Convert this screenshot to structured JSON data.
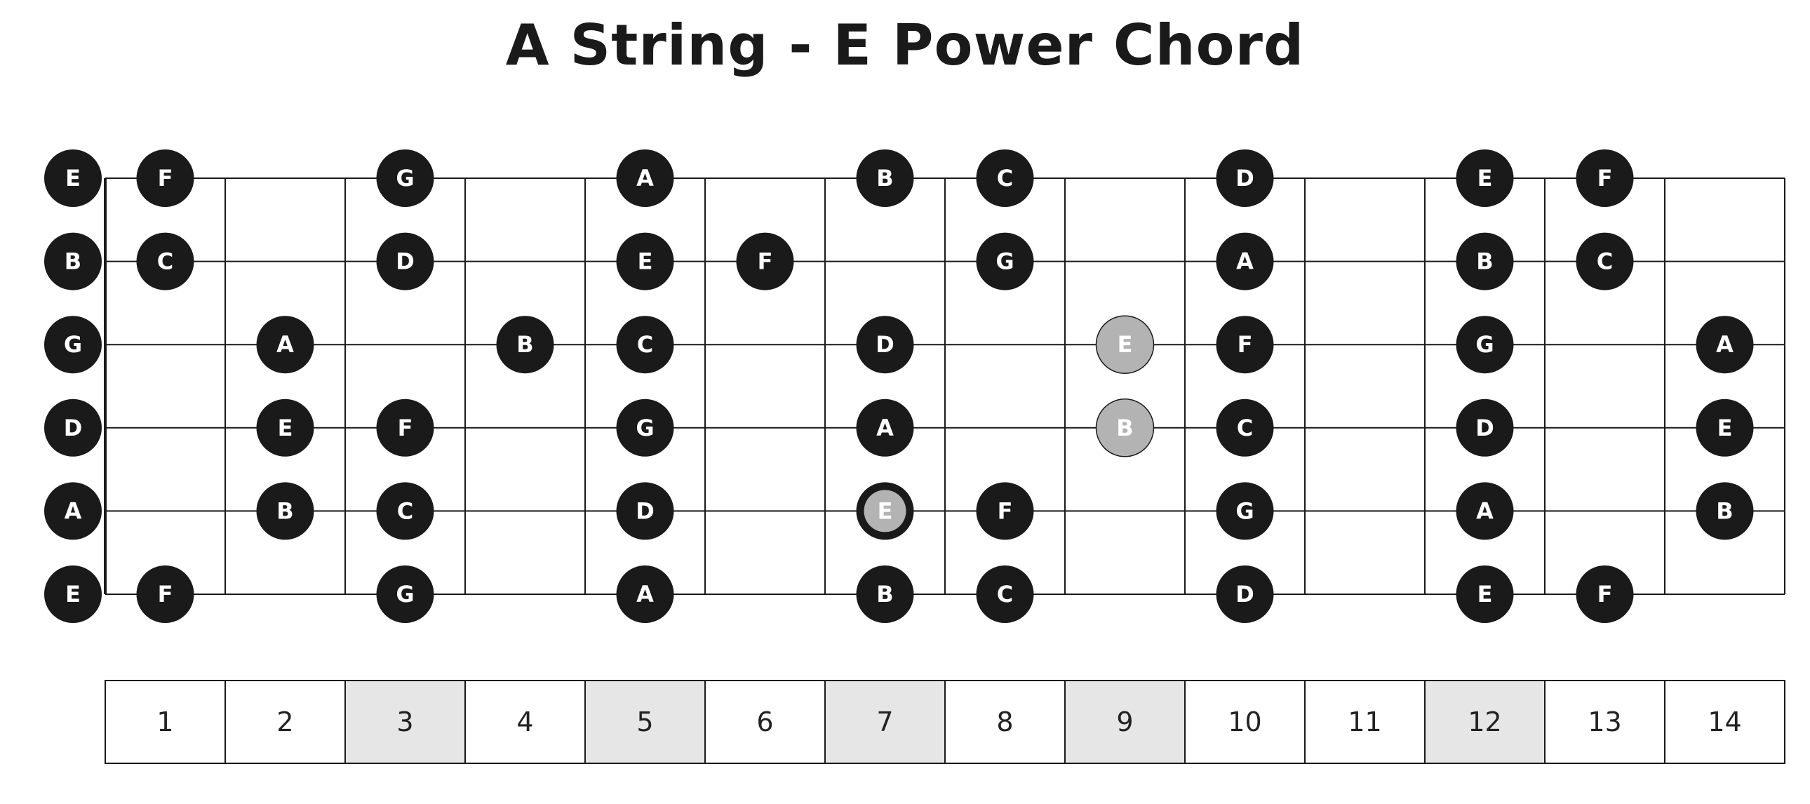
{
  "title": "A String - E Power Chord",
  "colors": {
    "note": "#1a1a1a",
    "note_text": "#ffffff",
    "chord_note": "#b3b3b3",
    "marker_cell": "#e6e6e6",
    "line": "#1a1a1a"
  },
  "fret_numbers": [
    "1",
    "2",
    "3",
    "4",
    "5",
    "6",
    "7",
    "8",
    "9",
    "10",
    "11",
    "12",
    "13",
    "14"
  ],
  "marker_frets": [
    3,
    5,
    7,
    9,
    12
  ],
  "strings": [
    {
      "open": "E",
      "notes": [
        {
          "fret": 1,
          "name": "F"
        },
        {
          "fret": 3,
          "name": "G"
        },
        {
          "fret": 5,
          "name": "A"
        },
        {
          "fret": 7,
          "name": "B"
        },
        {
          "fret": 8,
          "name": "C"
        },
        {
          "fret": 10,
          "name": "D"
        },
        {
          "fret": 12,
          "name": "E"
        },
        {
          "fret": 13,
          "name": "F"
        }
      ]
    },
    {
      "open": "B",
      "notes": [
        {
          "fret": 1,
          "name": "C"
        },
        {
          "fret": 3,
          "name": "D"
        },
        {
          "fret": 5,
          "name": "E"
        },
        {
          "fret": 6,
          "name": "F"
        },
        {
          "fret": 8,
          "name": "G"
        },
        {
          "fret": 10,
          "name": "A"
        },
        {
          "fret": 12,
          "name": "B"
        },
        {
          "fret": 13,
          "name": "C"
        }
      ]
    },
    {
      "open": "G",
      "notes": [
        {
          "fret": 2,
          "name": "A"
        },
        {
          "fret": 4,
          "name": "B"
        },
        {
          "fret": 5,
          "name": "C"
        },
        {
          "fret": 7,
          "name": "D"
        },
        {
          "fret": 9,
          "name": "E",
          "chord": true
        },
        {
          "fret": 10,
          "name": "F"
        },
        {
          "fret": 12,
          "name": "G"
        },
        {
          "fret": 14,
          "name": "A"
        }
      ]
    },
    {
      "open": "D",
      "notes": [
        {
          "fret": 2,
          "name": "E"
        },
        {
          "fret": 3,
          "name": "F"
        },
        {
          "fret": 5,
          "name": "G"
        },
        {
          "fret": 7,
          "name": "A"
        },
        {
          "fret": 9,
          "name": "B",
          "chord": true
        },
        {
          "fret": 10,
          "name": "C"
        },
        {
          "fret": 12,
          "name": "D"
        },
        {
          "fret": 14,
          "name": "E"
        }
      ]
    },
    {
      "open": "A",
      "notes": [
        {
          "fret": 2,
          "name": "B"
        },
        {
          "fret": 3,
          "name": "C"
        },
        {
          "fret": 5,
          "name": "D"
        },
        {
          "fret": 7,
          "name": "E",
          "chord": true,
          "root": true
        },
        {
          "fret": 8,
          "name": "F"
        },
        {
          "fret": 10,
          "name": "G"
        },
        {
          "fret": 12,
          "name": "A"
        },
        {
          "fret": 14,
          "name": "B"
        }
      ]
    },
    {
      "open": "E",
      "notes": [
        {
          "fret": 1,
          "name": "F"
        },
        {
          "fret": 3,
          "name": "G"
        },
        {
          "fret": 5,
          "name": "A"
        },
        {
          "fret": 7,
          "name": "B"
        },
        {
          "fret": 8,
          "name": "C"
        },
        {
          "fret": 10,
          "name": "D"
        },
        {
          "fret": 12,
          "name": "E"
        },
        {
          "fret": 13,
          "name": "F"
        }
      ]
    }
  ]
}
